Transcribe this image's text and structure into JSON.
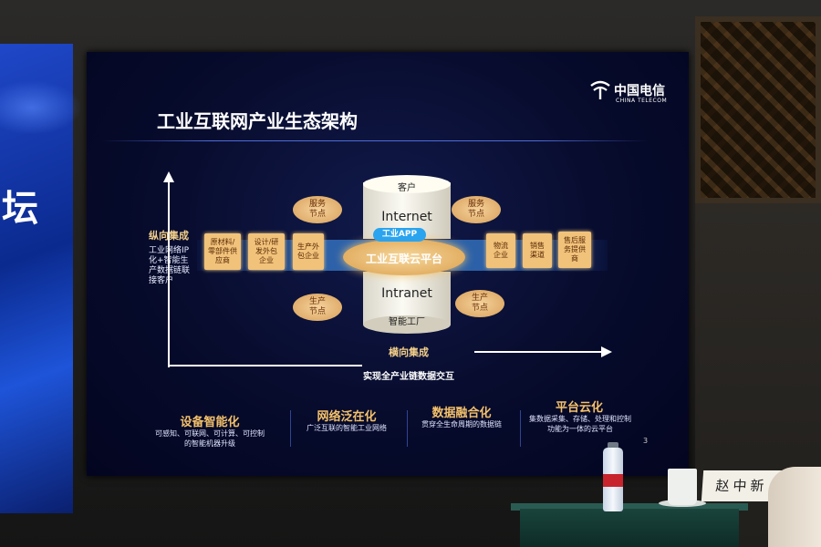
{
  "left_screen": {
    "text": "坛"
  },
  "logo": {
    "cn": "中国电信",
    "en": "CHINA TELECOM"
  },
  "slide": {
    "title": "工业互联网产业生态架构",
    "vertical_label": "纵向集成",
    "vertical_desc": [
      "工业网络IP",
      "化+智能生",
      "产数据链联",
      "接客户"
    ],
    "horizontal_label": "横向集成",
    "horizontal_desc": "实现全产业链数据交互",
    "cylinder_top": "客户",
    "internet": "Internet",
    "app": "工业APP",
    "platform": "工业互联云平台",
    "intranet": "Intranet",
    "factory": "智能工厂",
    "bubbles": [
      {
        "line1": "服务",
        "line2": "节点"
      },
      {
        "line1": "服务",
        "line2": "节点"
      },
      {
        "line1": "生产",
        "line2": "节点"
      },
      {
        "line1": "生产",
        "line2": "节点"
      }
    ],
    "left_boxes": [
      {
        "line1": "原材料/",
        "line2": "零部件供",
        "line3": "应商"
      },
      {
        "line1": "设计/研",
        "line2": "发外包",
        "line3": "企业"
      },
      {
        "line1": "生产外",
        "line2": "包企业",
        "line3": ""
      }
    ],
    "right_boxes": [
      {
        "line1": "物流",
        "line2": "企业",
        "line3": ""
      },
      {
        "line1": "销售",
        "line2": "渠道",
        "line3": ""
      },
      {
        "line1": "售后服",
        "line2": "务提供",
        "line3": "商"
      }
    ],
    "features": [
      {
        "title": "设备智能化",
        "desc1": "可感知、可联网、可计算、可控制",
        "desc2": "的智能机器升级"
      },
      {
        "title": "网络泛在化",
        "desc1": "广泛互联的智能工业网络",
        "desc2": ""
      },
      {
        "title": "数据融合化",
        "desc1": "贯穿全生命周期的数据链",
        "desc2": ""
      },
      {
        "title": "平台云化",
        "desc1": "集数据采集、存储、处理和控制",
        "desc2": "功能为一体的云平台"
      }
    ],
    "page_number": "3"
  },
  "nameplate": "赵中新"
}
